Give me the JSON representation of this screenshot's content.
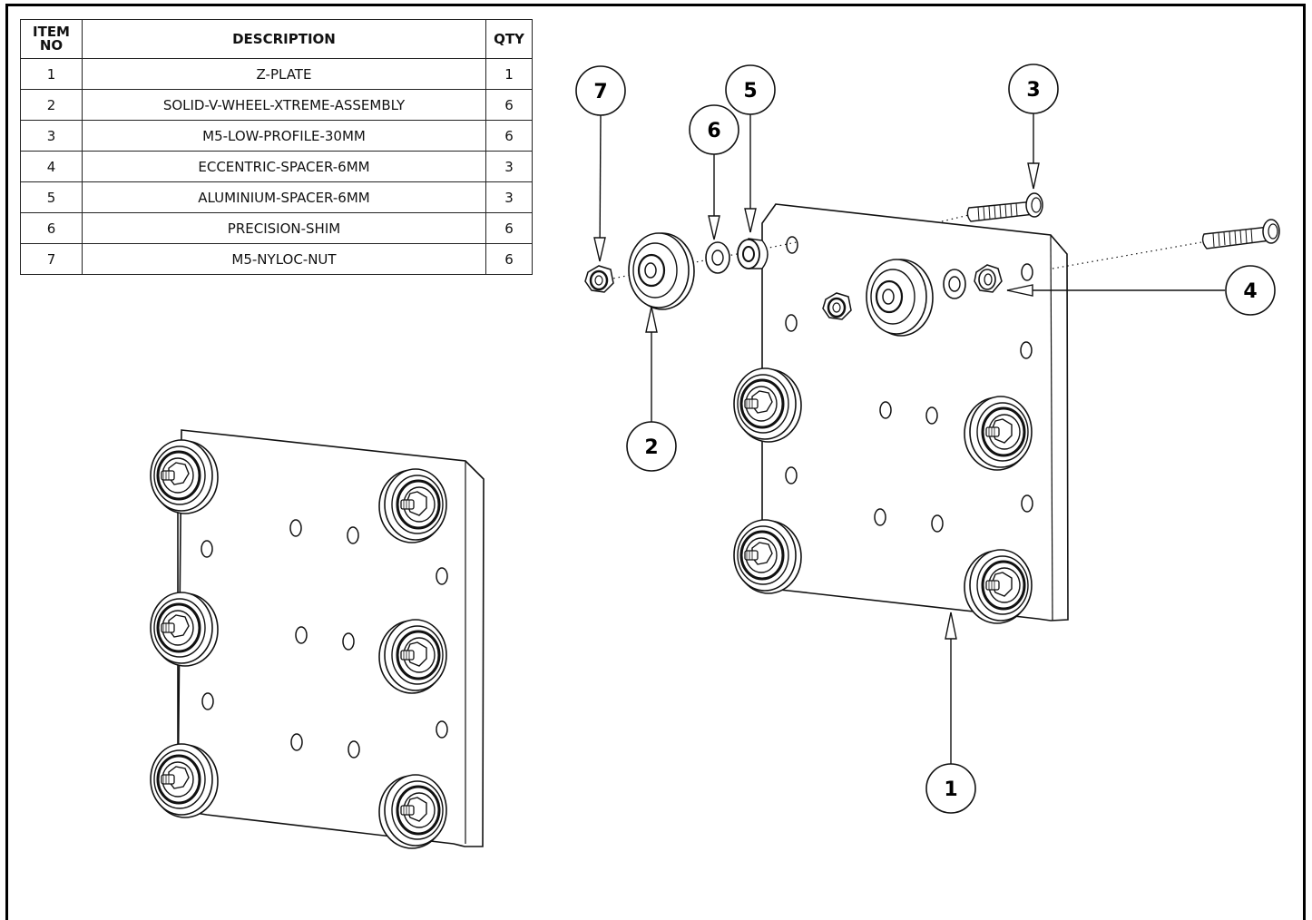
{
  "bom": {
    "headers": {
      "item_no": "ITEM\nNO",
      "description": "DESCRIPTION",
      "qty": "QTY"
    },
    "rows": [
      {
        "item": "1",
        "description": "Z-PLATE",
        "qty": "1"
      },
      {
        "item": "2",
        "description": "SOLID-V-WHEEL-XTREME-ASSEMBLY",
        "qty": "6"
      },
      {
        "item": "3",
        "description": "M5-LOW-PROFILE-30MM",
        "qty": "6"
      },
      {
        "item": "4",
        "description": "ECCENTRIC-SPACER-6MM",
        "qty": "3"
      },
      {
        "item": "5",
        "description": "ALUMINIUM-SPACER-6MM",
        "qty": "3"
      },
      {
        "item": "6",
        "description": "PRECISION-SHIM",
        "qty": "6"
      },
      {
        "item": "7",
        "description": "M5-NYLOC-NUT",
        "qty": "6"
      }
    ]
  },
  "balloons": [
    {
      "label": "7"
    },
    {
      "label": "6"
    },
    {
      "label": "5"
    },
    {
      "label": "3"
    },
    {
      "label": "4"
    },
    {
      "label": "2"
    },
    {
      "label": "1"
    }
  ],
  "colors": {
    "line": "#111111",
    "fill": "#ffffff",
    "shade": "#888888"
  }
}
